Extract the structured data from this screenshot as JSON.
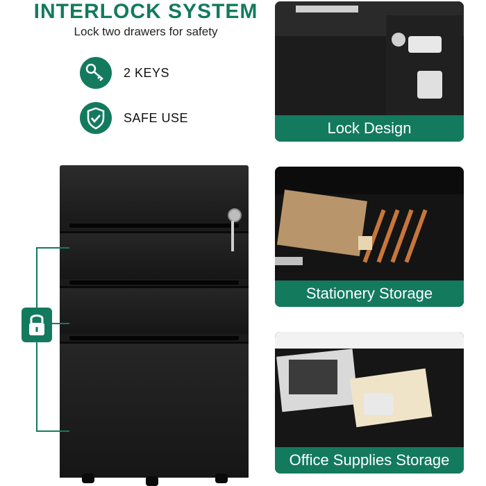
{
  "header": {
    "title": "INTERLOCK SYSTEM",
    "subtitle": "Lock two drawers for safety"
  },
  "features": [
    {
      "label": "2 KEYS",
      "icon": "keys-icon"
    },
    {
      "label": "SAFE USE",
      "icon": "shield-check-icon"
    }
  ],
  "panels": [
    {
      "caption": "Lock Design"
    },
    {
      "caption": "Stationery Storage"
    },
    {
      "caption": "Office Supplies Storage"
    }
  ],
  "colors": {
    "accent": "#137a5e",
    "cabinet": "#1b1b1b"
  }
}
